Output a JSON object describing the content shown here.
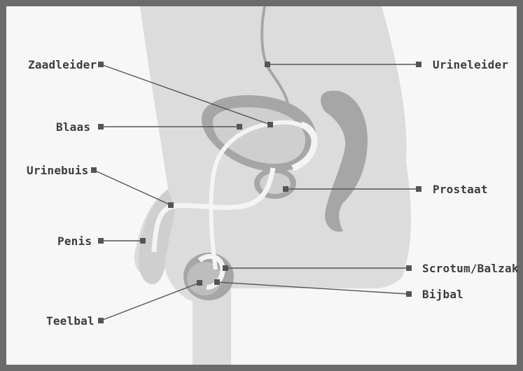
{
  "diagram": {
    "labels": {
      "zaadleider": "Zaadleider",
      "urineleider": "Urineleider",
      "blaas": "Blaas",
      "urinebuis": "Urinebuis",
      "prostaat": "Prostaat",
      "penis": "Penis",
      "scrotum": "Scrotum/Balzak",
      "bijbal": "Bijbal",
      "teelbal": "Teelbal"
    },
    "colors": {
      "frame": "#6b6b6b",
      "background": "#f7f7f7",
      "body": "#dcdcdc",
      "organ": "#a6a6a6",
      "duct": "#f4f4f4",
      "line": "#555555",
      "text": "#3c3c3c"
    }
  }
}
